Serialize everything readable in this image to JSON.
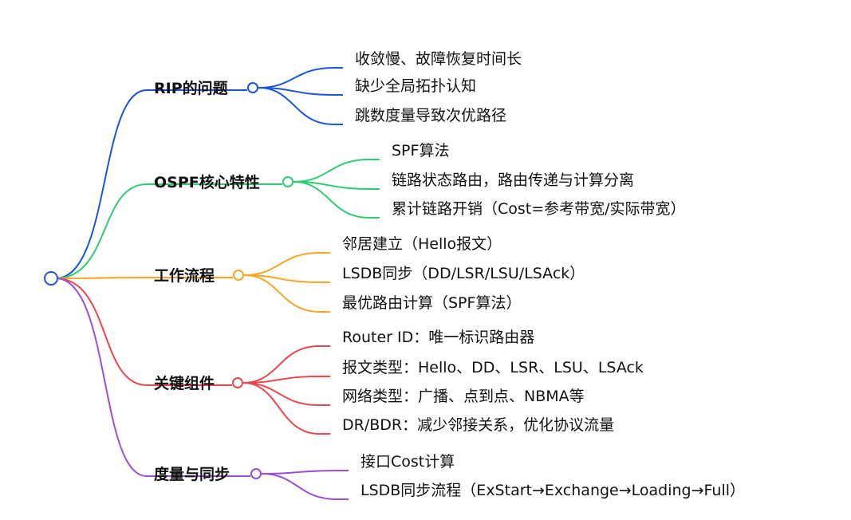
{
  "mindmap": {
    "root_label": "",
    "branches": [
      {
        "label": "RIP的问题",
        "color": "#1a56db",
        "children": [
          "收敛慢、故障恢复时间长",
          "缺少全局拓扑认知",
          "跳数度量导致次优路径"
        ]
      },
      {
        "label": "OSPF核心特性",
        "color": "#2ecc71",
        "children": [
          "SPF算法",
          "链路状态路由，路由传递与计算分离",
          "累计链路开销（Cost=参考带宽/实际带宽）"
        ]
      },
      {
        "label": "工作流程",
        "color": "#f5a623",
        "children": [
          "邻居建立（Hello报文）",
          "LSDB同步（DD/LSR/LSU/LSAck）",
          "最优路由计算（SPF算法）"
        ]
      },
      {
        "label": "关键组件",
        "color": "#e8474c",
        "children": [
          "Router ID：唯一标识路由器",
          "报文类型：Hello、DD、LSR、LSU、LSAck",
          "网络类型：广播、点到点、NBMA等",
          "DR/BDR：减少邻接关系，优化协议流量"
        ]
      },
      {
        "label": "度量与同步",
        "color": "#9b4fd6",
        "children": [
          "接口Cost计算",
          "LSDB同步流程（ExStart→Exchange→Loading→Full）"
        ]
      }
    ]
  }
}
